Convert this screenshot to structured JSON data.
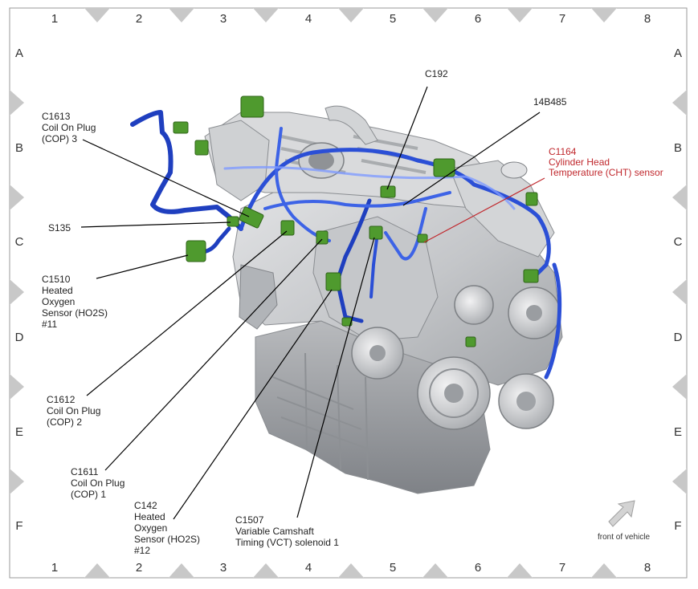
{
  "grid": {
    "columns": [
      "1",
      "2",
      "3",
      "4",
      "5",
      "6",
      "7",
      "8"
    ],
    "rows": [
      "A",
      "B",
      "C",
      "D",
      "E",
      "F"
    ]
  },
  "callouts": {
    "c192": [
      "C192"
    ],
    "14b485": [
      "14B485"
    ],
    "c1613": [
      "C1613",
      "Coil On Plug",
      "(COP) 3"
    ],
    "c1164": [
      "C1164",
      "Cylinder Head",
      "Temperature (CHT) sensor"
    ],
    "s135": [
      "S135"
    ],
    "c1510": [
      "C1510",
      "Heated",
      "Oxygen",
      "Sensor (HO2S)",
      "#11"
    ],
    "c1612": [
      "C1612",
      "Coil On Plug",
      "(COP) 2"
    ],
    "c1611": [
      "C1611",
      "Coil On Plug",
      "(COP) 1"
    ],
    "c142": [
      "C142",
      "Heated",
      "Oxygen",
      "Sensor (HO2S)",
      "#12"
    ],
    "c1507": [
      "C1507",
      "Variable Camshaft",
      "Timing (VCT) solenoid 1"
    ]
  },
  "front_note": "front of vehicle",
  "colors": {
    "harness": "#1f3fbf",
    "connector": "#4f9a2e",
    "engine": "#c9cbce",
    "highlight_text": "#c0282d",
    "leader": "#000000",
    "border_triangle": "#c8c8c8"
  },
  "icons": {
    "front_arrow": "arrow-up-right-icon"
  }
}
